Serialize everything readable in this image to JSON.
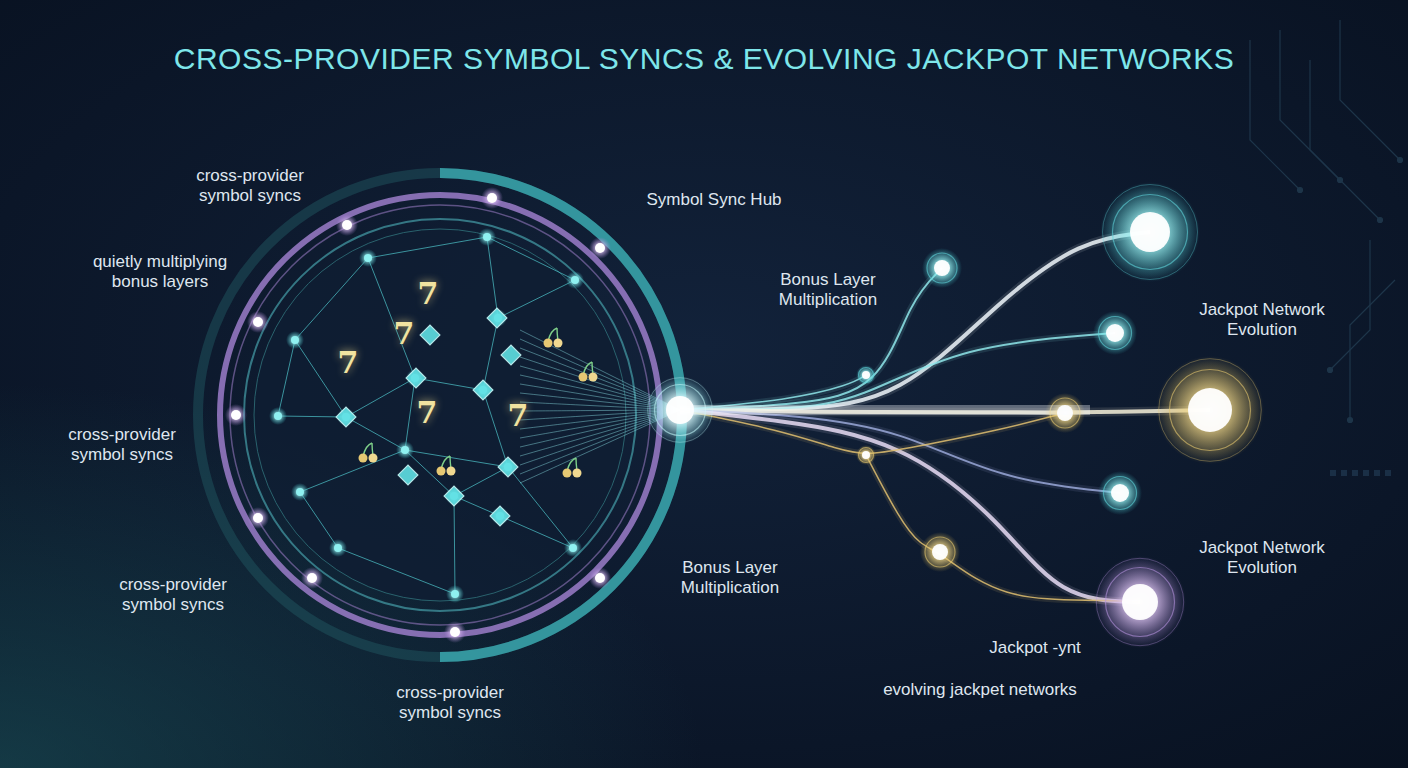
{
  "diagram": {
    "title": "CROSS-PROVIDER SYMBOL SYNCS & EVOLVING JACKPOT NETWORKS",
    "labels": [
      "cross-provider symbol syncs",
      "Symbol Sync Hub",
      "quietly multiplying bonus layers",
      "Bonus Layer Multiplication",
      "Jackpot Network Evolution",
      "7",
      "7",
      "7",
      "7",
      "7",
      "cross-provider symbol syncs",
      "cross-provider symbol syncs",
      "Bonus Layer Multiplication",
      "Jackpot Network Evolution",
      "Jackpot -ynt",
      "cross-provider symbol syncs",
      "evolving jackpet networks"
    ]
  }
}
